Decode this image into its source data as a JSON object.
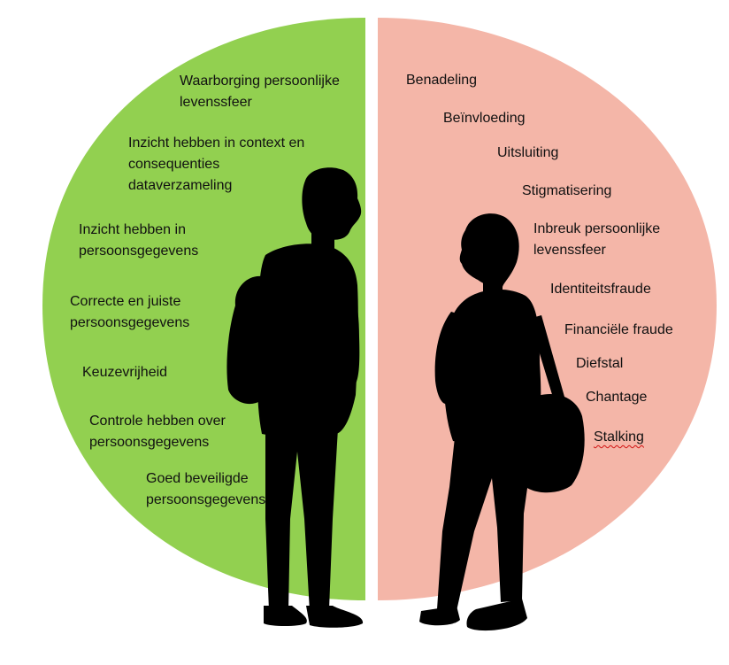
{
  "colors": {
    "left_half": "#92d050",
    "right_half": "#f4b6a8",
    "silhouette": "#000000",
    "text": "#111111"
  },
  "left": {
    "items": [
      {
        "lines": [
          "Waarborging persoonlijke",
          "levenssfeer"
        ]
      },
      {
        "lines": [
          "Inzicht hebben in context en",
          "consequenties",
          "dataverzameling"
        ]
      },
      {
        "lines": [
          "Inzicht hebben in",
          "persoonsgegevens"
        ]
      },
      {
        "lines": [
          "Correcte en juiste",
          "persoonsgegevens"
        ]
      },
      {
        "lines": [
          "Keuzevrijheid"
        ]
      },
      {
        "lines": [
          "Controle hebben over",
          "persoonsgegevens"
        ]
      },
      {
        "lines": [
          "Goed beveiligde",
          "persoonsgegevens"
        ]
      }
    ]
  },
  "right": {
    "items": [
      {
        "lines": [
          "Benadeling"
        ]
      },
      {
        "lines": [
          "Beïnvloeding"
        ]
      },
      {
        "lines": [
          "Uitsluiting"
        ]
      },
      {
        "lines": [
          "Stigmatisering"
        ]
      },
      {
        "lines": [
          "Inbreuk persoonlijke",
          "levenssfeer"
        ]
      },
      {
        "lines": [
          "Identiteitsfraude"
        ]
      },
      {
        "lines": [
          "Financiële fraude"
        ]
      },
      {
        "lines": [
          "Diefstal"
        ]
      },
      {
        "lines": [
          "Chantage"
        ]
      },
      {
        "lines": [
          "Stalking"
        ]
      }
    ]
  },
  "icons": {
    "man": "man-with-backpack-silhouette-icon",
    "woman": "woman-with-shoulder-bag-silhouette-icon"
  }
}
